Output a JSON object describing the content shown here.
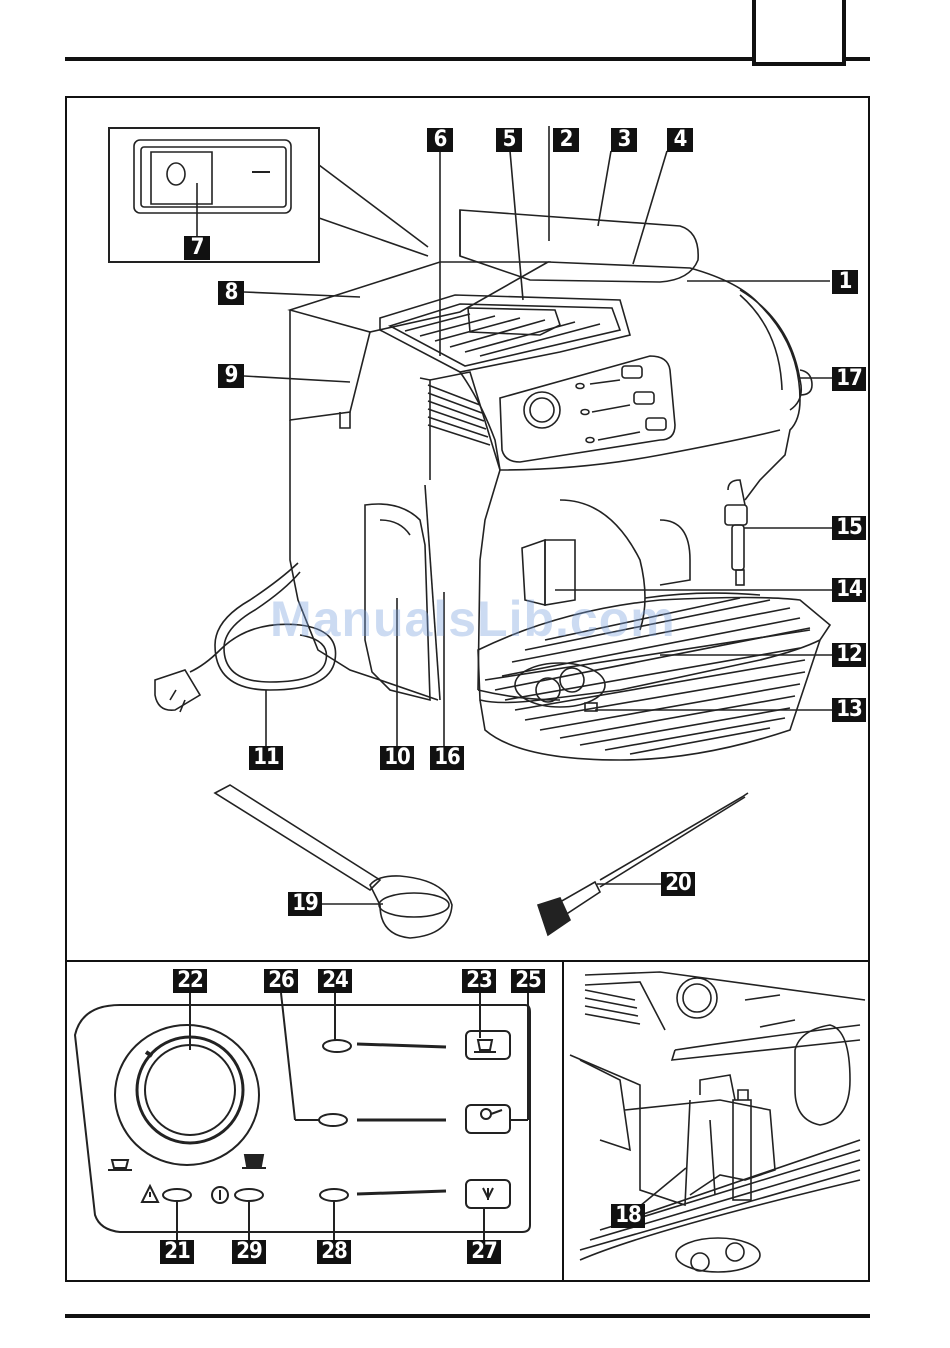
{
  "page": {
    "watermark": "ManualsLib.com"
  },
  "callouts_main": {
    "c1": "1",
    "c2": "2",
    "c3": "3",
    "c4": "4",
    "c5": "5",
    "c6": "6",
    "c7": "7",
    "c8": "8",
    "c9": "9",
    "c10": "10",
    "c11": "11",
    "c12": "12",
    "c13": "13",
    "c14": "14",
    "c15": "15",
    "c16": "16",
    "c17": "17",
    "c19": "19",
    "c20": "20"
  },
  "callouts_panel": {
    "c21": "21",
    "c22": "22",
    "c23": "23",
    "c24": "24",
    "c25": "25",
    "c26": "26",
    "c27": "27",
    "c28": "28",
    "c29": "29"
  },
  "callouts_detail": {
    "c18": "18"
  }
}
